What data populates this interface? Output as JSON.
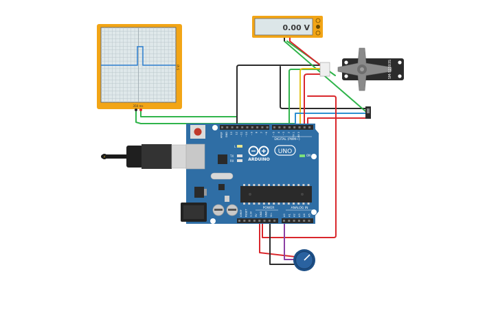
{
  "oscilloscope": {
    "right_label": "5 V/",
    "bottom_label": "350 ms"
  },
  "multimeter": {
    "reading": "0.00 V"
  },
  "servo": {
    "model_label": "SM-S2303S"
  },
  "arduino": {
    "brand": "ARDUINO",
    "model": "UNO",
    "digital_label": "DIGITAL (PWM~)",
    "power_label": "POWER",
    "analog_label": "ANALOG IN",
    "on_label": "ON",
    "led_l": "L",
    "led_tx": "TX",
    "led_rx": "RX",
    "top_pins": [
      "AREF",
      "GND",
      "13",
      "12",
      "~11",
      "~10",
      "~9",
      "8",
      "7",
      "~6",
      "~5",
      "4",
      "~3",
      "2",
      "TX 1",
      "RX 0"
    ],
    "power_pins": [
      "IOREF",
      "RESET",
      "3.3V",
      "5V",
      "GND",
      "GND",
      "Vin"
    ],
    "analog_pins": [
      "A0",
      "A1",
      "A2",
      "A3",
      "A4",
      "A5"
    ]
  },
  "colors": {
    "board": "#2f6ea5",
    "frame_orange": "#f2a516",
    "wire_green": "#2fb44a",
    "wire_red": "#d9262b",
    "wire_black": "#2a2a2a",
    "wire_yellow": "#e3c21d",
    "wire_blue": "#2d8fd0",
    "wire_purple": "#8b3fa3",
    "pot_blue": "#1d4f86"
  }
}
